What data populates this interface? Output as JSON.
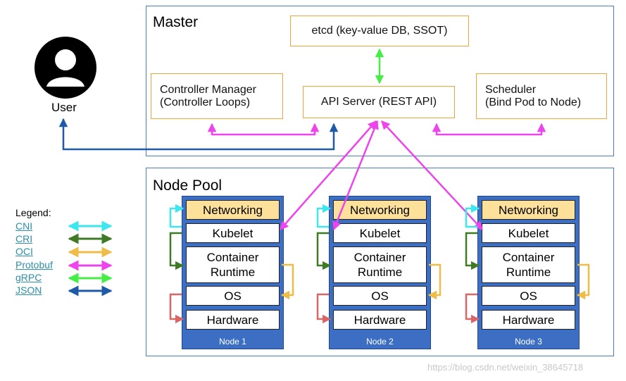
{
  "master": {
    "title": "Master"
  },
  "etcd": {
    "label": "etcd (key-value DB, SSOT)"
  },
  "controller": {
    "line1": "Controller Manager",
    "line2": "(Controller Loops)"
  },
  "api": {
    "label": "API Server (REST API)"
  },
  "scheduler": {
    "line1": "Scheduler",
    "line2": "(Bind Pod to Node)"
  },
  "user": {
    "label": "User"
  },
  "nodepool": {
    "title": "Node Pool"
  },
  "layers": {
    "networking": "Networking",
    "kubelet": "Kubelet",
    "runtime_line1": "Container",
    "runtime_line2": "Runtime",
    "os": "OS",
    "hardware": "Hardware"
  },
  "nodes": [
    {
      "label": "Node 1"
    },
    {
      "label": "Node 2"
    },
    {
      "label": "Node 3"
    }
  ],
  "legend": {
    "title": "Legend:",
    "items": [
      {
        "label": "CNI",
        "color": "#3ee6ee"
      },
      {
        "label": "CRI",
        "color": "#3f7a24"
      },
      {
        "label": "OCI",
        "color": "#efbc45"
      },
      {
        "label": "Protobuf",
        "color": "#ee44ee"
      },
      {
        "label": "gRPC",
        "color": "#44ee44"
      },
      {
        "label": "JSON",
        "color": "#1e5aa8"
      }
    ]
  },
  "colors": {
    "cni": "#3ee6ee",
    "cri": "#3f7a24",
    "oci": "#efbc45",
    "protobuf": "#ee44ee",
    "grpc": "#44ee44",
    "json": "#1e5aa8",
    "hardware_loop": "#d96666"
  },
  "watermark": "https://blog.csdn.net/weixin_38645718"
}
